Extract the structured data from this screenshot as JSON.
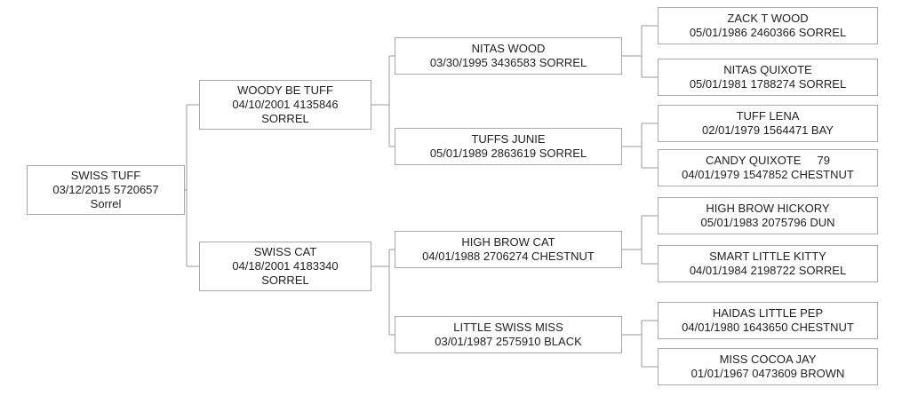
{
  "colors": {
    "line": "#9a9a9a",
    "border": "#a8a8a8",
    "text": "#222222"
  },
  "pedigree": {
    "subject": {
      "name": "SWISS TUFF",
      "details": "03/12/2015 5720657",
      "color": "Sorrel"
    },
    "sire": {
      "name": "WOODY BE TUFF",
      "details": "04/10/2001 4135846",
      "color": "SORREL"
    },
    "dam": {
      "name": "SWISS CAT",
      "details": "04/18/2001 4183340",
      "color": "SORREL"
    },
    "sire_sire": {
      "name": "NITAS WOOD",
      "details": "03/30/1995 3436583 SORREL"
    },
    "sire_dam": {
      "name": "TUFFS JUNIE",
      "details": "05/01/1989 2863619 SORREL"
    },
    "dam_sire": {
      "name": "HIGH BROW CAT",
      "details": "04/01/1988 2706274 CHESTNUT"
    },
    "dam_dam": {
      "name": "LITTLE SWISS MISS",
      "details": "03/01/1987 2575910 BLACK"
    },
    "ggp": [
      {
        "name": "ZACK T WOOD",
        "details": "05/01/1986 2460366 SORREL"
      },
      {
        "name": "NITAS QUIXOTE",
        "details": "05/01/1981 1788274 SORREL"
      },
      {
        "name": "TUFF LENA",
        "details": "02/01/1979 1564471 BAY"
      },
      {
        "name": "CANDY QUIXOTE     79",
        "details": "04/01/1979 1547852 CHESTNUT"
      },
      {
        "name": "HIGH BROW HICKORY",
        "details": "05/01/1983 2075796 DUN"
      },
      {
        "name": "SMART LITTLE KITTY",
        "details": "04/01/1984 2198722 SORREL"
      },
      {
        "name": "HAIDAS LITTLE PEP",
        "details": "04/01/1980 1643650 CHESTNUT"
      },
      {
        "name": "MISS COCOA JAY",
        "details": "01/01/1967 0473609 BROWN"
      }
    ]
  }
}
